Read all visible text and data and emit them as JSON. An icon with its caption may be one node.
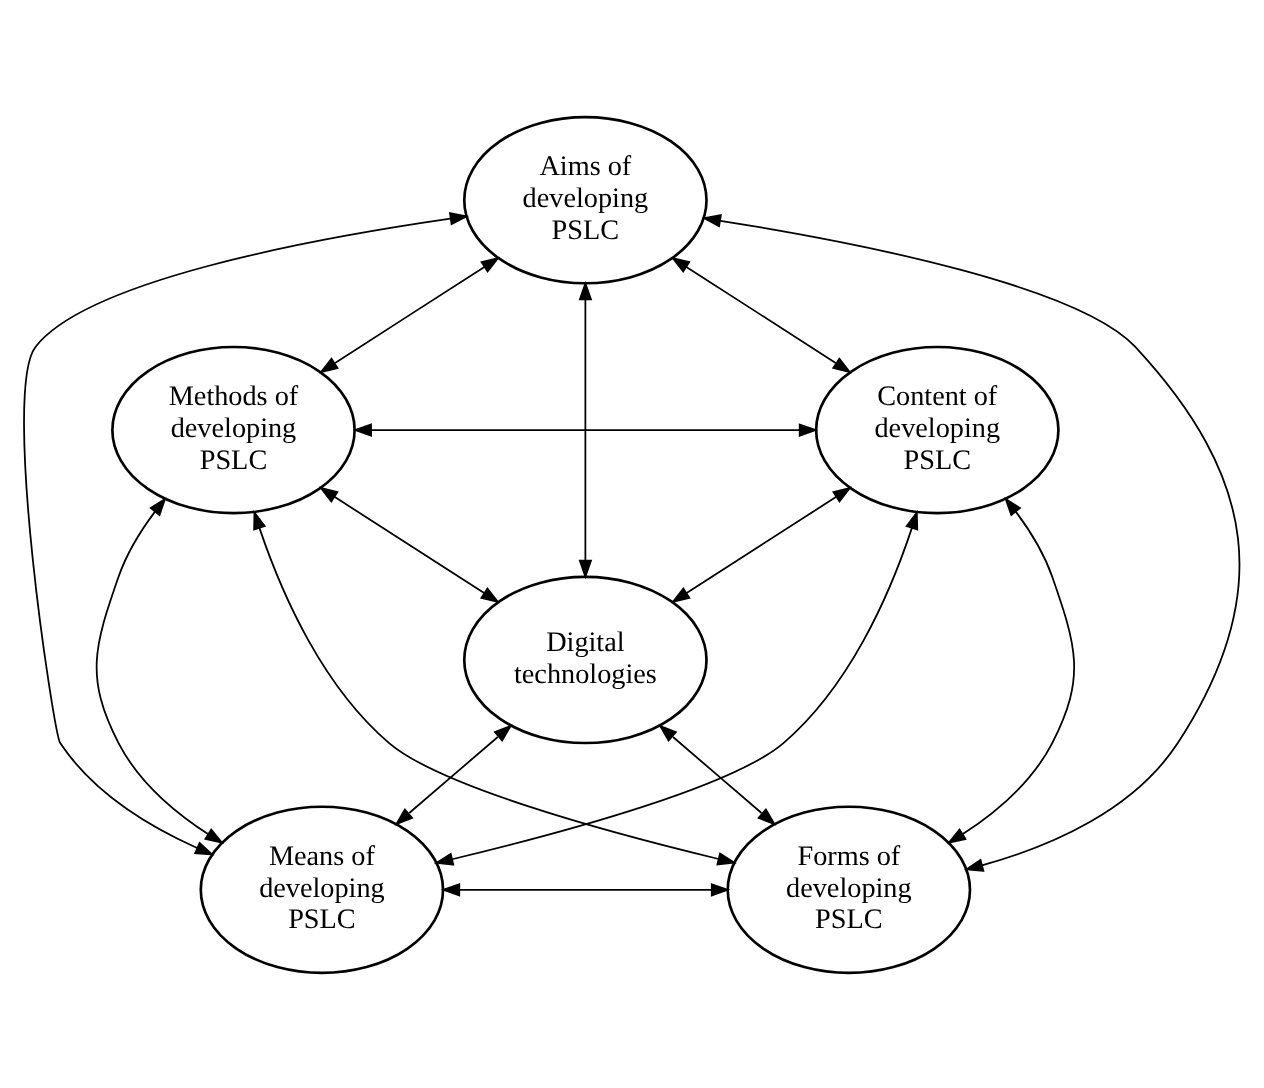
{
  "diagram": {
    "nodes": [
      {
        "text": [
          "Aims of developing PSLC"
        ]
      },
      {
        "text": [
          "Content of developing PSLC"
        ]
      },
      {
        "text": [
          "Methods of developing PSLC"
        ]
      },
      {
        "text": [
          "Digital technologies"
        ]
      },
      {
        "text": [
          "Means of developing PSLC"
        ]
      },
      {
        "text": [
          "Forms of developing PSLC"
        ]
      }
    ],
    "edges": [
      {
        "from": 0,
        "to": 1,
        "arrow": "both"
      },
      {
        "from": 0,
        "to": 2,
        "arrow": "both"
      },
      {
        "from": 0,
        "to": 3,
        "arrow": "both"
      },
      {
        "from": 0,
        "to": 4,
        "arrow": "both"
      },
      {
        "from": 0,
        "to": 5,
        "arrow": "both"
      },
      {
        "from": 1,
        "to": 2,
        "arrow": "both"
      },
      {
        "from": 1,
        "to": 3,
        "arrow": "both"
      },
      {
        "from": 1,
        "to": 4,
        "arrow": "both"
      },
      {
        "from": 1,
        "to": 5,
        "arrow": "both"
      },
      {
        "from": 2,
        "to": 3,
        "arrow": "both"
      },
      {
        "from": 2,
        "to": 4,
        "arrow": "both"
      },
      {
        "from": 2,
        "to": 5,
        "arrow": "both"
      },
      {
        "from": 3,
        "to": 4,
        "arrow": "both"
      },
      {
        "from": 3,
        "to": 5,
        "arrow": "both"
      },
      {
        "from": 4,
        "to": 5,
        "arrow": "both"
      }
    ]
  }
}
